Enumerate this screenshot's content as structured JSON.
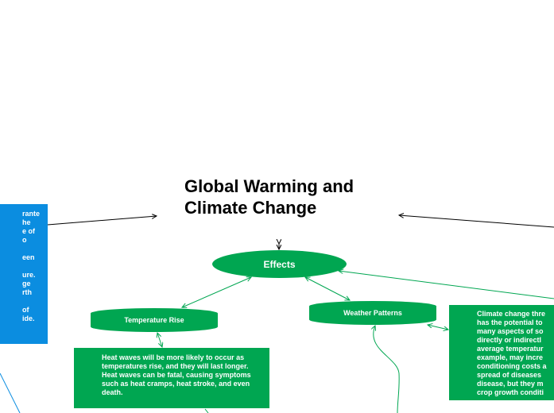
{
  "title": "Global Warming and Climate Change",
  "left_note_fragments": [
    "rante",
    "he",
    "e of",
    "o",
    "",
    "een",
    "",
    "ure.",
    "ge",
    "rth",
    "",
    "of",
    "ide."
  ],
  "nodes": {
    "effects": "Effects",
    "temperature_rise": "Temperature Rise",
    "weather_patterns": "Weather Patterns"
  },
  "heat_waves_text": "Heat waves will be more likely to occur as temperatures rise, and they will last longer. Heat waves can be fatal, causing symptoms such as heat cramps, heat stroke, and even death.",
  "climate_change_lines": [
    "Climate change thre",
    "has the potential to",
    "many aspects of so",
    "directly or indirectl",
    "average temperatur",
    "example, may incre",
    "conditioning costs a",
    "spread of diseases",
    "disease, but they m",
    "crop growth conditi"
  ],
  "colors": {
    "green": "#00a651",
    "blue": "#0b8de0",
    "link": "#00a651",
    "arrow": "#000000"
  }
}
